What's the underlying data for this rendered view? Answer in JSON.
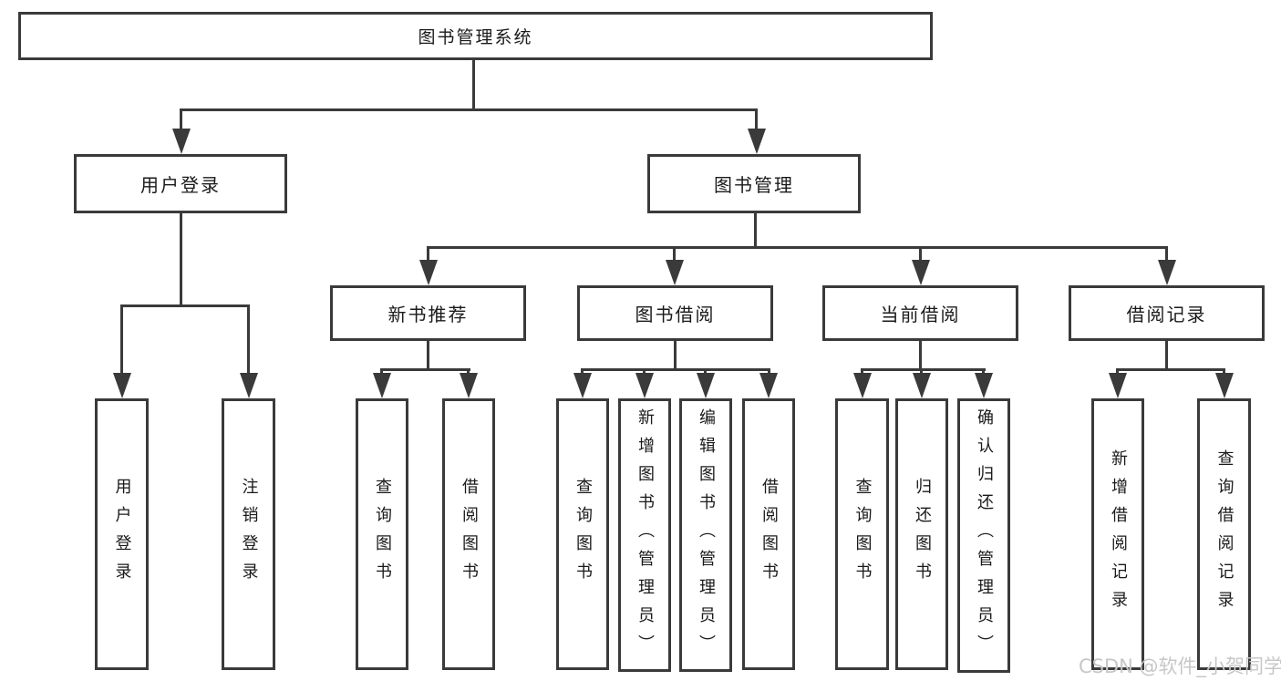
{
  "colors": {
    "line": "#3a3a3a",
    "text": "#1a1a1a",
    "watermark": "#c7c7c7",
    "background": "#ffffff"
  },
  "root": {
    "label": "图书管理系统"
  },
  "branches": [
    {
      "label": "用户登录",
      "children": [
        {
          "label": "用户登录"
        },
        {
          "label": "注销登录"
        }
      ]
    },
    {
      "label": "图书管理",
      "children": [
        {
          "label": "新书推荐",
          "children": [
            {
              "label": "查询图书"
            },
            {
              "label": "借阅图书"
            }
          ]
        },
        {
          "label": "图书借阅",
          "children": [
            {
              "label": "查询图书"
            },
            {
              "label": "新增图书（管理员）"
            },
            {
              "label": "编辑图书（管理员）"
            },
            {
              "label": "借阅图书"
            }
          ]
        },
        {
          "label": "当前借阅",
          "children": [
            {
              "label": "查询图书"
            },
            {
              "label": "归还图书"
            },
            {
              "label": "确认归还（管理员）"
            }
          ]
        },
        {
          "label": "借阅记录",
          "children": [
            {
              "label": "新增借阅记录"
            },
            {
              "label": "查询借阅记录"
            }
          ]
        }
      ]
    }
  ],
  "watermark": {
    "text": "CSDN @软件_小贺同学"
  }
}
